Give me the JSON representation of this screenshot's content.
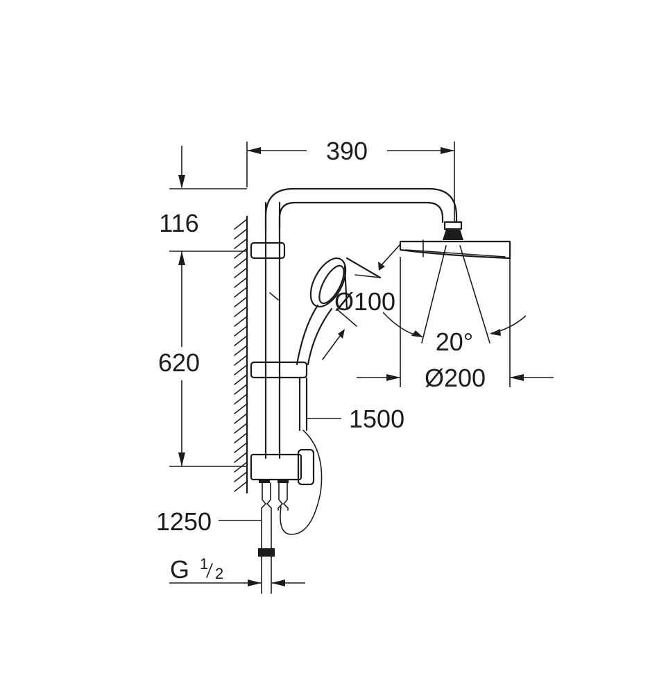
{
  "dimensions": {
    "width_top": "390",
    "arm_height": "116",
    "rail_length": "620",
    "handshower_diameter": "Ø100",
    "spray_angle": "20°",
    "headshower_diameter": "Ø200",
    "hose_length": "1500",
    "supply_hose_length": "1250",
    "connection_thread_main": "G",
    "connection_thread_num": "1",
    "connection_thread_den": "2"
  },
  "components": [
    "wall-hatching",
    "riser-rail",
    "shower-arm",
    "head-shower",
    "hand-shower",
    "slider",
    "diverter-body",
    "hand-shower-hose",
    "supply-hoses"
  ]
}
